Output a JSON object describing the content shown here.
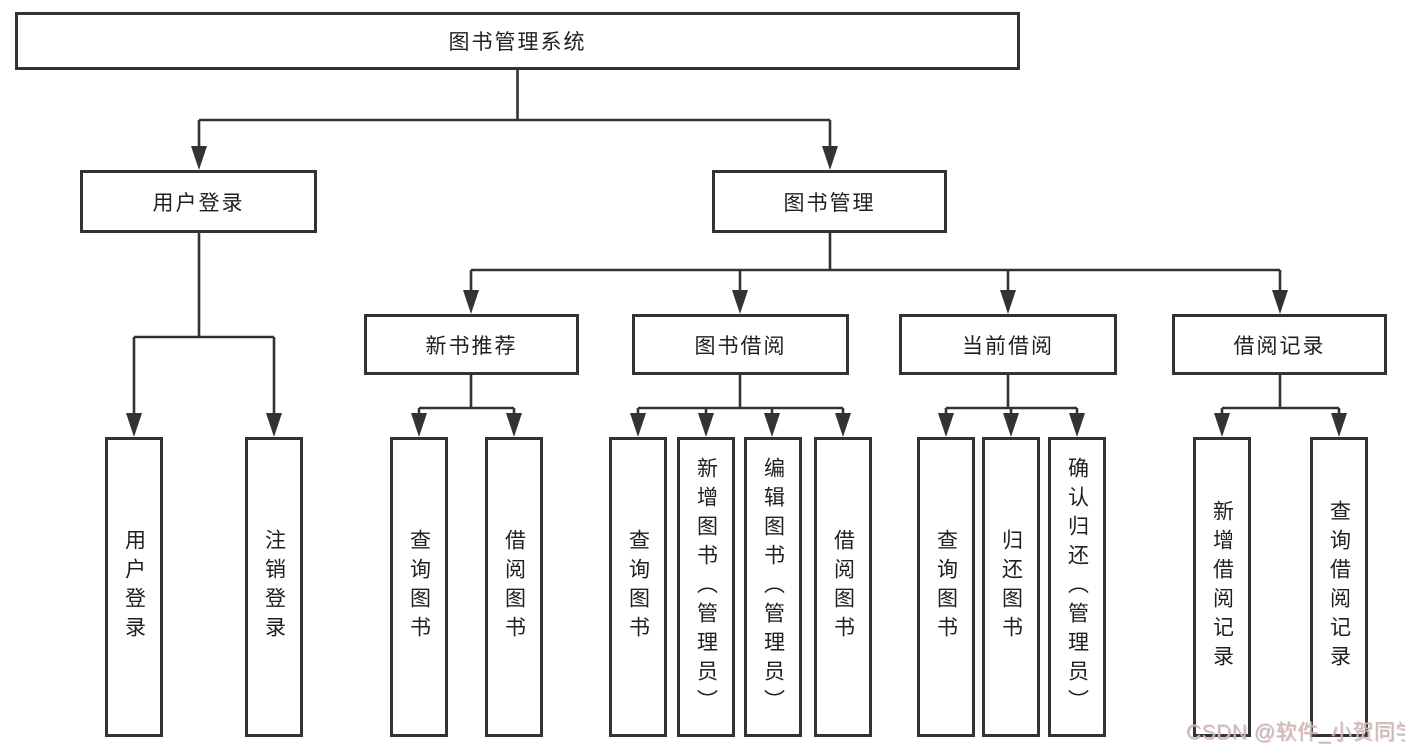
{
  "diagram": {
    "root": {
      "label": "图书管理系统"
    },
    "level2": {
      "user_login": {
        "label": "用户登录"
      },
      "book_mgmt": {
        "label": "图书管理"
      }
    },
    "level3": {
      "new_book_rec": {
        "label": "新书推荐"
      },
      "book_borrow": {
        "label": "图书借阅"
      },
      "current_borrow": {
        "label": "当前借阅"
      },
      "borrow_record": {
        "label": "借阅记录"
      }
    },
    "leaves": {
      "ul_login": {
        "label": "用户登录"
      },
      "ul_logout": {
        "label": "注销登录"
      },
      "nb_query": {
        "label": "查询图书"
      },
      "nb_borrow": {
        "label": "借阅图书"
      },
      "bb_query": {
        "label": "查询图书"
      },
      "bb_add": {
        "label": "新增图书（管理员）"
      },
      "bb_edit": {
        "label": "编辑图书（管理员）"
      },
      "bb_borrow": {
        "label": "借阅图书"
      },
      "cb_query": {
        "label": "查询图书"
      },
      "cb_return": {
        "label": "归还图书"
      },
      "cb_confirm": {
        "label": "确认归还（管理员）"
      },
      "br_add": {
        "label": "新增借阅记录"
      },
      "br_query": {
        "label": "查询借阅记录"
      }
    },
    "colors": {
      "line": "#333333",
      "box_background": "#ffffff",
      "text": "#1f1f1f",
      "watermark": "#c3c0c0"
    }
  },
  "watermark": {
    "text": "CSDN @软件_小贺同学"
  }
}
